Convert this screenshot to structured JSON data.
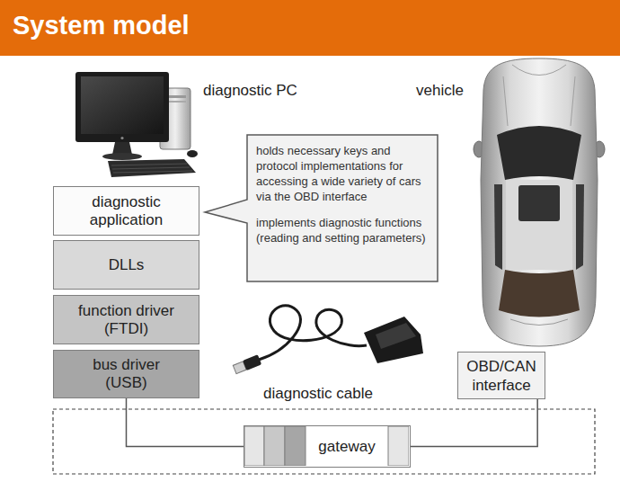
{
  "diagram": {
    "title": "System model",
    "nodes": [
      {
        "text": [
          "diagnostic application"
        ]
      },
      {
        "text": [
          "holds necessary keys and protocol implementations for accessing a wide variety of cars via the OBD interface",
          "implements diagnostic functions (reading and setting parameters)"
        ]
      },
      {
        "text": [
          "DLLs"
        ]
      },
      {
        "text": [
          "function driver (FTDI)"
        ]
      },
      {
        "text": [
          "bus driver (USB)"
        ]
      },
      {
        "text": [
          "OBD/CAN interface"
        ]
      },
      {
        "text": [
          "gateway"
        ]
      }
    ],
    "edges": [
      {
        "from": 4,
        "to": 6,
        "arrow": "none"
      },
      {
        "from": 5,
        "to": 6,
        "arrow": "none"
      }
    ],
    "labels": [
      "diagnostic PC",
      "vehicle",
      "diagnostic cable"
    ]
  }
}
